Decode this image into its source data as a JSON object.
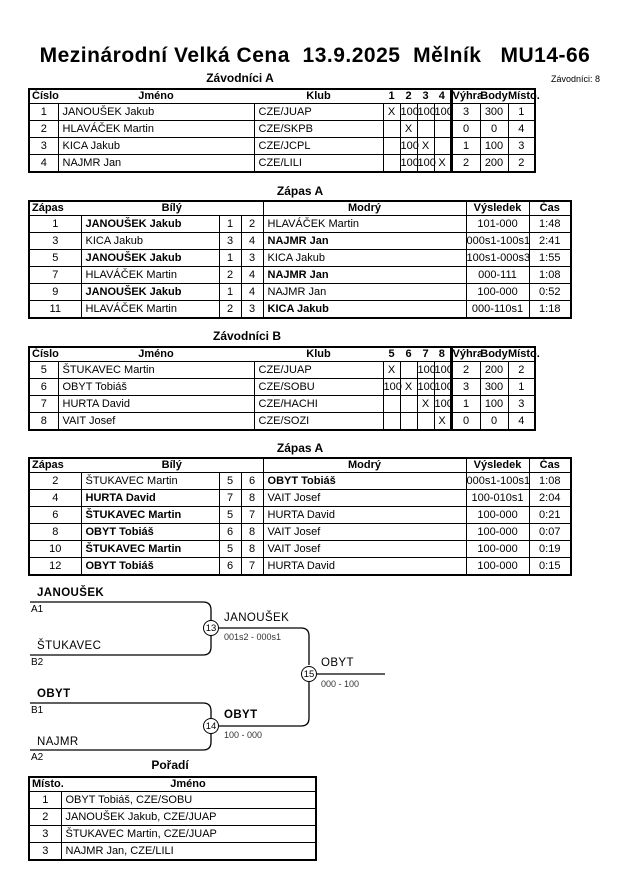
{
  "header": {
    "title": "Mezinárodní Velká Cena  13.9.2025  Mělník   MU14-66",
    "competitors": "Závodníci: 8"
  },
  "colors": {
    "text": "#000000",
    "border": "#000000",
    "background": "#ffffff"
  },
  "groupA": {
    "title": "Závodníci A",
    "headers": [
      "Číslo",
      "Jméno",
      "Klub",
      "1",
      "2",
      "3",
      "4",
      "Výhra",
      "Body",
      "Místo."
    ],
    "rows": [
      [
        "1",
        "JANOUŠEK Jakub",
        "CZE/JUAP",
        "X",
        "100",
        "100",
        "100",
        "3",
        "300",
        "1"
      ],
      [
        "2",
        "HLAVÁČEK Martin",
        "CZE/SKPB",
        "",
        "X",
        "",
        "",
        "0",
        "0",
        "4"
      ],
      [
        "3",
        "KICA Jakub",
        "CZE/JCPL",
        "",
        "100",
        "X",
        "",
        "1",
        "100",
        "3"
      ],
      [
        "4",
        "NAJMR Jan",
        "CZE/LILI",
        "",
        "100",
        "100",
        "X",
        "2",
        "200",
        "2"
      ]
    ]
  },
  "matchesA": {
    "title": "Zápas A",
    "headers": [
      "Zápas",
      "Bílý",
      "Modrý",
      "Výsledek",
      "Čas"
    ],
    "rows": [
      [
        "1",
        "JANOUŠEK Jakub",
        "1",
        "2",
        "HLAVÁČEK Martin",
        "101-000",
        "1:48"
      ],
      [
        "3",
        "KICA Jakub",
        "3",
        "4",
        "NAJMR Jan",
        "000s1-100s1",
        "2:41"
      ],
      [
        "5",
        "JANOUŠEK Jakub",
        "1",
        "3",
        "KICA Jakub",
        "100s1-000s3",
        "1:55"
      ],
      [
        "7",
        "HLAVÁČEK Martin",
        "2",
        "4",
        "NAJMR Jan",
        "000-111",
        "1:08"
      ],
      [
        "9",
        "JANOUŠEK Jakub",
        "1",
        "4",
        "NAJMR Jan",
        "100-000",
        "0:52"
      ],
      [
        "11",
        "HLAVÁČEK Martin",
        "2",
        "3",
        "KICA Jakub",
        "000-110s1",
        "1:18"
      ]
    ]
  },
  "groupB": {
    "title": "Závodníci B",
    "headers": [
      "Číslo",
      "Jméno",
      "Klub",
      "5",
      "6",
      "7",
      "8",
      "Výhra",
      "Body",
      "Místo."
    ],
    "rows": [
      [
        "5",
        "ŠTUKAVEC Martin",
        "CZE/JUAP",
        "X",
        "",
        "100",
        "100",
        "2",
        "200",
        "2"
      ],
      [
        "6",
        "OBYT Tobiáš",
        "CZE/SOBU",
        "100",
        "X",
        "100",
        "100",
        "3",
        "300",
        "1"
      ],
      [
        "7",
        "HURTA David",
        "CZE/HACHI",
        "",
        "",
        "X",
        "100",
        "1",
        "100",
        "3"
      ],
      [
        "8",
        "VAIT Josef",
        "CZE/SOZI",
        "",
        "",
        "",
        "X",
        "0",
        "0",
        "4"
      ]
    ]
  },
  "matchesB": {
    "title": "Zápas A",
    "headers": [
      "Zápas",
      "Bílý",
      "Modrý",
      "Výsledek",
      "Čas"
    ],
    "rows": [
      [
        "2",
        "ŠTUKAVEC Martin",
        "5",
        "6",
        "OBYT Tobiáš",
        "000s1-100s1",
        "1:08"
      ],
      [
        "4",
        "HURTA David",
        "7",
        "8",
        "VAIT Josef",
        "100-010s1",
        "2:04"
      ],
      [
        "6",
        "ŠTUKAVEC Martin",
        "5",
        "7",
        "HURTA David",
        "100-000",
        "0:21"
      ],
      [
        "8",
        "OBYT Tobiáš",
        "6",
        "8",
        "VAIT Josef",
        "100-000",
        "0:07"
      ],
      [
        "10",
        "ŠTUKAVEC Martin",
        "5",
        "8",
        "VAIT Josef",
        "100-000",
        "0:19"
      ],
      [
        "12",
        "OBYT Tobiáš",
        "6",
        "7",
        "HURTA David",
        "100-000",
        "0:15"
      ]
    ]
  },
  "bracket": {
    "seed1": {
      "name": "JANOUŠEK",
      "label": "A1"
    },
    "seed2": {
      "name": "ŠTUKAVEC",
      "label": "B2"
    },
    "seed3": {
      "name": "OBYT",
      "label": "B1"
    },
    "seed4": {
      "name": "NAJMR",
      "label": "A2"
    },
    "sf1": {
      "no": "13",
      "winner": "JANOUŠEK",
      "score": "001s2 - 000s1"
    },
    "sf2": {
      "no": "14",
      "winner": "OBYT",
      "score": "100 - 000"
    },
    "final": {
      "no": "15",
      "winner": "OBYT",
      "score": "000 - 100"
    }
  },
  "ranking": {
    "title": "Pořadí",
    "headers": [
      "Místo.",
      "Jméno"
    ],
    "rows": [
      [
        "1",
        "OBYT Tobiáš, CZE/SOBU"
      ],
      [
        "2",
        "JANOUŠEK Jakub, CZE/JUAP"
      ],
      [
        "3",
        "ŠTUKAVEC Martin, CZE/JUAP"
      ],
      [
        "3",
        "NAJMR Jan, CZE/LILI"
      ]
    ]
  }
}
